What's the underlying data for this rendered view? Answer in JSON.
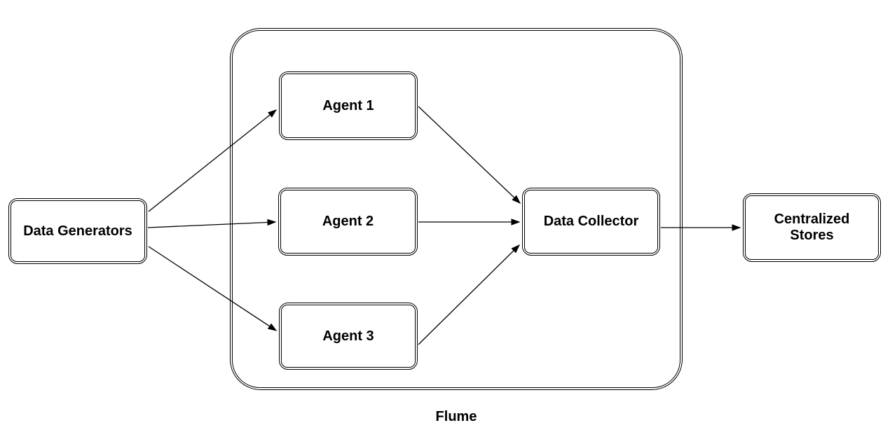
{
  "diagram": {
    "type": "flow-architecture",
    "colors": {
      "background": "#ffffff",
      "stroke": "#000000",
      "node_fill": "#ffffff"
    },
    "container": {
      "id": "flume",
      "label": "Flume"
    },
    "nodes": [
      {
        "id": "data-generators",
        "label": "Data Generators",
        "inside_container": false
      },
      {
        "id": "agent-1",
        "label": "Agent 1",
        "inside_container": true
      },
      {
        "id": "agent-2",
        "label": "Agent 2",
        "inside_container": true
      },
      {
        "id": "agent-3",
        "label": "Agent 3",
        "inside_container": true
      },
      {
        "id": "data-collector",
        "label": "Data Collector",
        "inside_container": true
      },
      {
        "id": "centralized-stores",
        "label": "Centralized Stores",
        "inside_container": false
      }
    ],
    "edges": [
      {
        "from": "data-generators",
        "to": "agent-1"
      },
      {
        "from": "data-generators",
        "to": "agent-2"
      },
      {
        "from": "data-generators",
        "to": "agent-3"
      },
      {
        "from": "agent-1",
        "to": "data-collector"
      },
      {
        "from": "agent-2",
        "to": "data-collector"
      },
      {
        "from": "agent-3",
        "to": "data-collector"
      },
      {
        "from": "data-collector",
        "to": "centralized-stores"
      }
    ]
  }
}
